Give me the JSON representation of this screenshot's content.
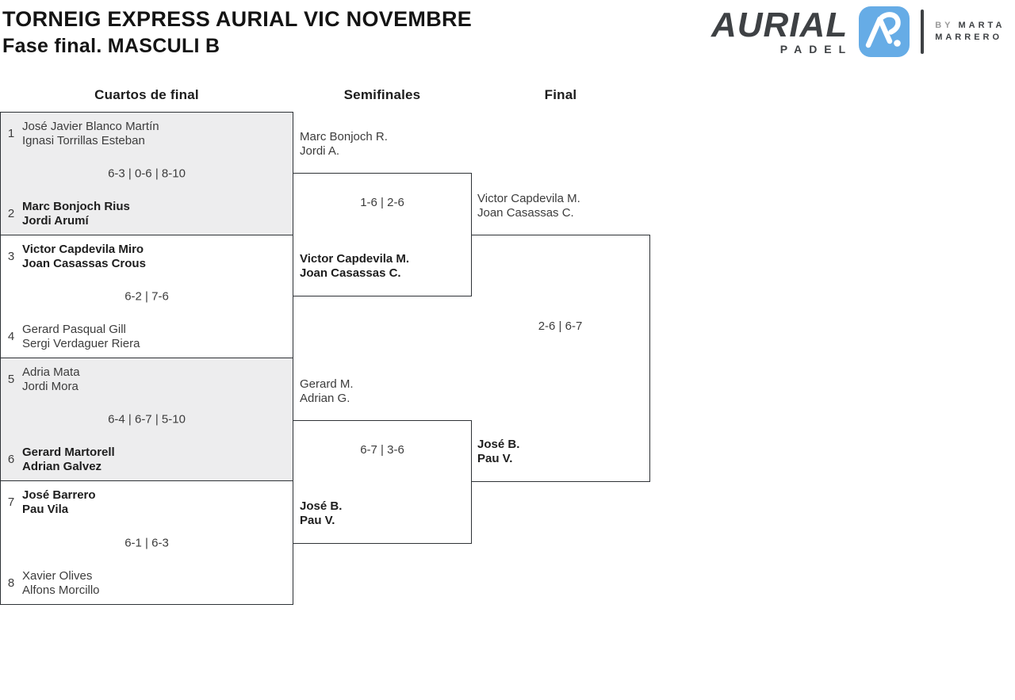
{
  "header": {
    "title": "TORNEIG EXPRESS AURIAL VIC NOVEMBRE",
    "subtitle": "Fase final. MASCULI B"
  },
  "logo": {
    "brand": "AURIAL",
    "word": "PADEL",
    "by_prefix": "BY",
    "by_name_line1": "MARTA",
    "by_name_line2": "MARRERO",
    "mark_color": "#66ace6",
    "text_color": "#3e4144"
  },
  "columns": {
    "quarters": "Cuartos de final",
    "semis": "Semifinales",
    "final": "Final"
  },
  "bracket": {
    "quarterfinals": [
      {
        "top": {
          "seed": "1",
          "name": [
            "José Javier Blanco Martín",
            "Ignasi Torrillas Esteban"
          ],
          "winner": false
        },
        "score": "6-3 | 0-6 | 8-10",
        "bottom": {
          "seed": "2",
          "name": [
            "Marc Bonjoch Rius",
            "Jordi Arumí"
          ],
          "winner": true
        }
      },
      {
        "top": {
          "seed": "3",
          "name": [
            "Victor Capdevila Miro",
            "Joan Casassas Crous"
          ],
          "winner": true
        },
        "score": "6-2 | 7-6",
        "bottom": {
          "seed": "4",
          "name": [
            "Gerard Pasqual Gill",
            "Sergi Verdaguer Riera"
          ],
          "winner": false
        }
      },
      {
        "top": {
          "seed": "5",
          "name": [
            "Adria Mata",
            "Jordi Mora"
          ],
          "winner": false
        },
        "score": "6-4 | 6-7 | 5-10",
        "bottom": {
          "seed": "6",
          "name": [
            "Gerard Martorell",
            "Adrian Galvez"
          ],
          "winner": true
        }
      },
      {
        "top": {
          "seed": "7",
          "name": [
            "José Barrero",
            "Pau Vila"
          ],
          "winner": true
        },
        "score": "6-1 | 6-3",
        "bottom": {
          "seed": "8",
          "name": [
            "Xavier Olives",
            "Alfons Morcillo"
          ],
          "winner": false
        }
      }
    ],
    "semifinals": [
      {
        "top": {
          "name": [
            "Marc Bonjoch R.",
            "Jordi A."
          ],
          "winner": false
        },
        "score": "1-6 | 2-6",
        "bottom": {
          "name": [
            "Victor Capdevila M.",
            "Joan Casassas C."
          ],
          "winner": true
        }
      },
      {
        "top": {
          "name": [
            "Gerard M.",
            "Adrian G."
          ],
          "winner": false
        },
        "score": "6-7 | 3-6",
        "bottom": {
          "name": [
            "José B.",
            "Pau V."
          ],
          "winner": true
        }
      }
    ],
    "final": {
      "top": {
        "name": [
          "Victor Capdevila M.",
          "Joan Casassas C."
        ],
        "winner": false
      },
      "score": "2-6 | 6-7",
      "bottom": {
        "name": [
          "José B.",
          "Pau V."
        ],
        "winner": true
      }
    }
  },
  "colors": {
    "border": "#2e3236",
    "row_gray": "#ededee",
    "accent_blue": "#66ace6"
  }
}
